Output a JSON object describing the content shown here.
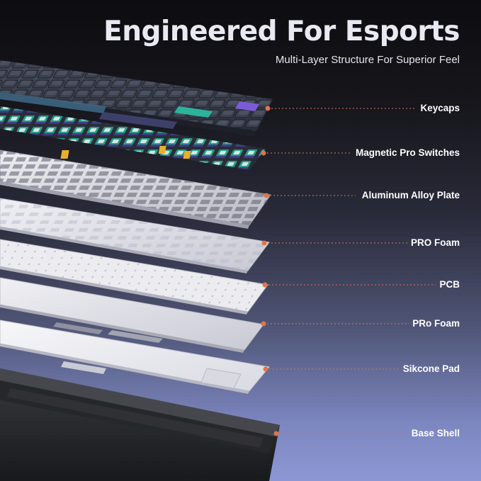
{
  "header": {
    "title": "Engineered For Esports",
    "subtitle": "Multi-Layer Structure For Superior Feel"
  },
  "layers": [
    {
      "label": "Keycaps"
    },
    {
      "label": "Magnetic Pro Switches"
    },
    {
      "label": "Aluminum Alloy Plate"
    },
    {
      "label": "PRO Foam"
    },
    {
      "label": "PCB"
    },
    {
      "label": "PRo Foam"
    },
    {
      "label": "Sikcone Pad"
    },
    {
      "label": "Base Shell"
    }
  ],
  "colors": {
    "leader_line": "#e0744a",
    "switch_green": "#1e9a86",
    "accent_purple": "#7b5cd6",
    "accent_teal": "#2bb39b"
  }
}
